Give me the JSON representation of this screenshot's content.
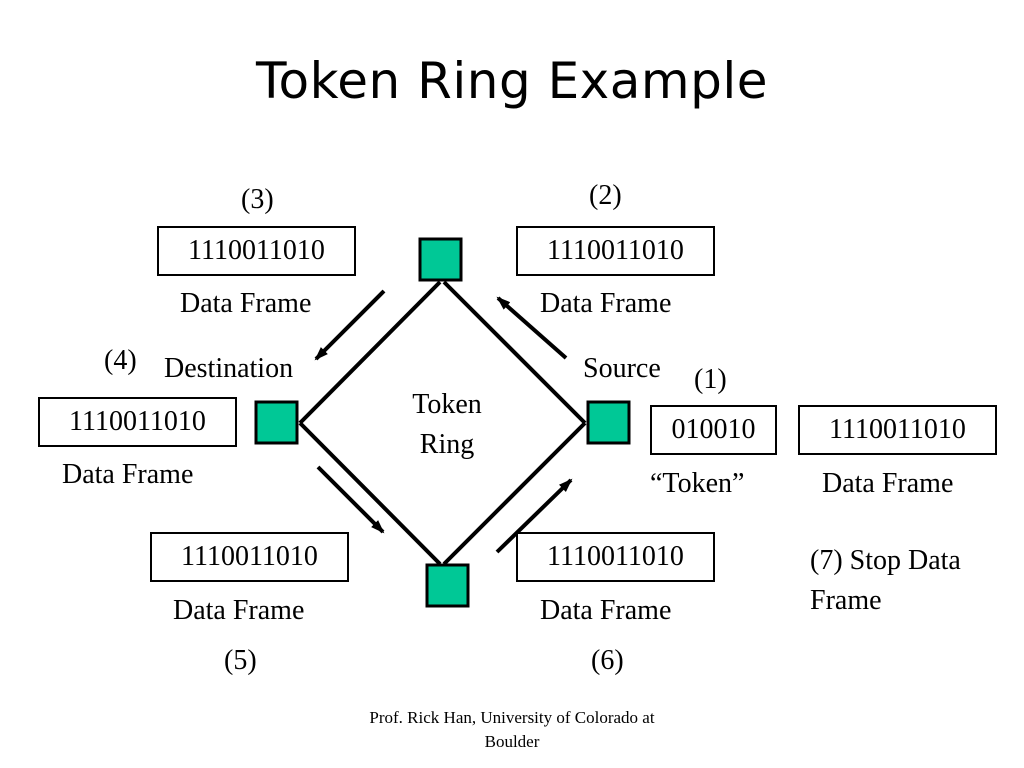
{
  "slide": {
    "title": "Token Ring Example",
    "footer": "Prof. Rick Han, University of Colorado at Boulder"
  },
  "ring": {
    "label_line1": "Token",
    "label_line2": "Ring",
    "node_color": "#00C896"
  },
  "nodes": {
    "destination": "Destination",
    "source": "Source"
  },
  "steps": {
    "s1": "(1)",
    "s2": "(2)",
    "s3": "(3)",
    "s4": "(4)",
    "s5": "(5)",
    "s6": "(6)",
    "s7_line1": "(7) Stop Data",
    "s7_line2": "Frame"
  },
  "frames": {
    "bits": "1110011010",
    "caption": "Data Frame",
    "token_bits": "010010",
    "token_caption": "“Token”"
  }
}
